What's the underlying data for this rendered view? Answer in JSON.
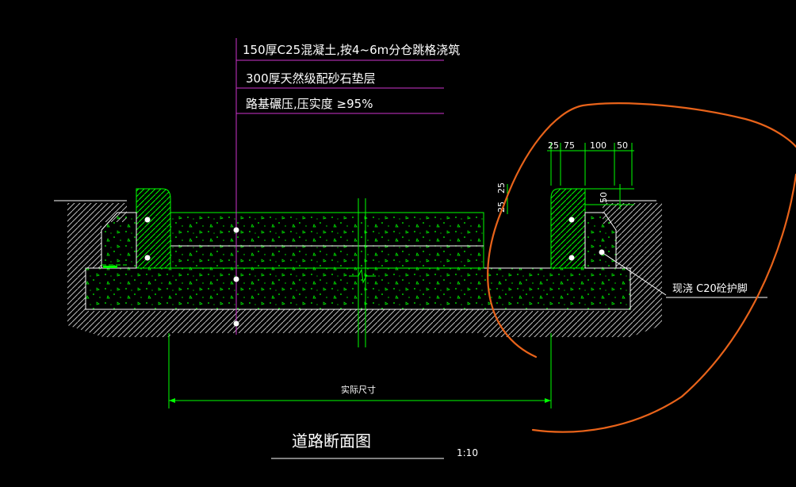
{
  "drawing": {
    "title": "道路断面图",
    "scale": "1:10"
  },
  "layer_notes": {
    "concrete": "150厚C25混凝土,按4~6m分仓跳格浇筑",
    "gravel": "300厚天然级配砂石垫层",
    "subgrade": "路基碾压,压实度 ≥95%"
  },
  "dimensions": {
    "curb_top": [
      "25",
      "75",
      "100",
      "50"
    ],
    "curb_side_left": "25",
    "curb_side_right": "25",
    "curb_height": "50",
    "width_label": "实际尺寸"
  },
  "callouts": {
    "curb_foot": "现浇 C20砼护脚"
  },
  "colors": {
    "background": "#000000",
    "concrete_line": "#00ff00",
    "leader_line": "#cc33cc",
    "text": "#ffffff",
    "hatch": "#c8c8c8",
    "markup": "#e8631a"
  }
}
